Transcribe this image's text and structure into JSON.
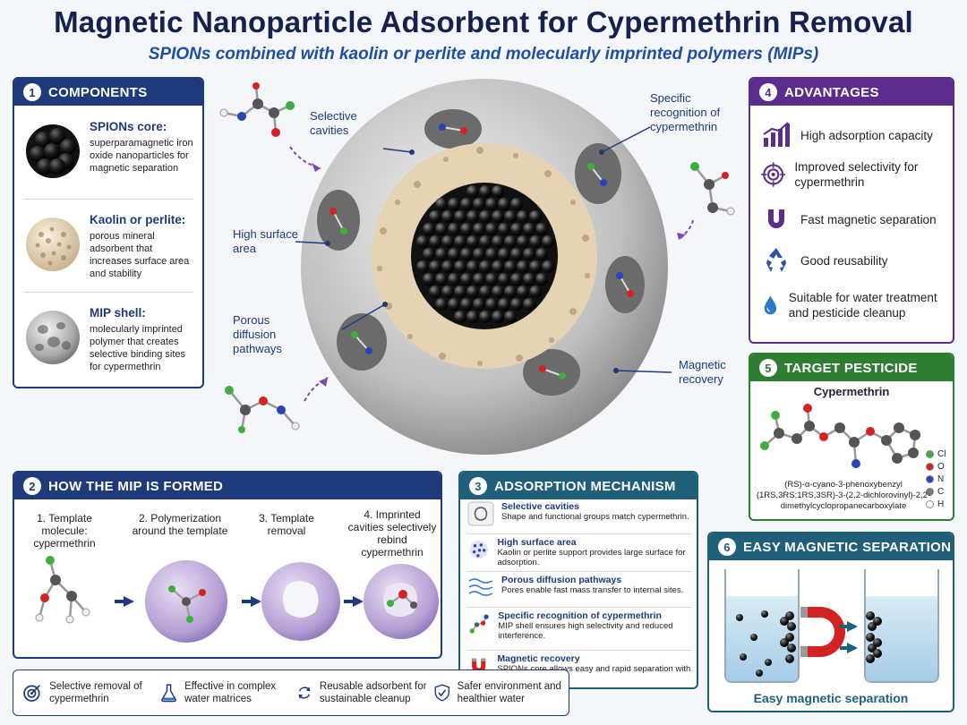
{
  "header": {
    "title": "Magnetic Nanoparticle Adsorbent for Cypermethrin Removal",
    "subtitle": "SPIONs combined with kaolin or perlite and molecularly imprinted polymers (MIPs)"
  },
  "components": {
    "number": "1",
    "title": "COMPONENTS",
    "items": [
      {
        "name": "SPIONs core:",
        "desc": "superparamagnetic iron oxide nanoparticles for magnetic separation"
      },
      {
        "name": "Kaolin or perlite:",
        "desc": "porous mineral adsorbent that increases surface area and stability"
      },
      {
        "name": "MIP shell:",
        "desc": "molecularly imprinted polymer that creates selective binding sites for cypermethrin"
      }
    ]
  },
  "center_callouts": {
    "selective_cavities": "Selective cavities",
    "specific_recognition": "Specific recognition of cypermethrin",
    "high_surface_area": "High surface area",
    "porous_pathways": "Porous diffusion pathways",
    "magnetic_recovery": "Magnetic recovery"
  },
  "advantages": {
    "number": "4",
    "title": "ADVANTAGES",
    "items": [
      {
        "icon": "bar-chart-icon",
        "text": "High adsorption capacity"
      },
      {
        "icon": "target-icon",
        "text": "Improved selectivity for cypermethrin"
      },
      {
        "icon": "magnet-icon",
        "text": "Fast magnetic separation"
      },
      {
        "icon": "recycle-icon",
        "text": "Good reusability"
      },
      {
        "icon": "water-drop-icon",
        "text": "Suitable for water treatment and pesticide cleanup"
      }
    ]
  },
  "target": {
    "number": "5",
    "title": "TARGET PESTICIDE",
    "name": "Cypermethrin",
    "iupac": "(RS)-α-cyano-3-phenoxybenzyl (1RS,3RS;1RS,3SR)-3-(2,2-dichlorovinyl)-2,2-dimethylcyclopropanecarboxylate",
    "legend": [
      {
        "label": "Cl",
        "color": "#3fae3f"
      },
      {
        "label": "O",
        "color": "#d32222"
      },
      {
        "label": "N",
        "color": "#2545b8"
      },
      {
        "label": "C",
        "color": "#777777"
      },
      {
        "label": "H",
        "color": "#ffffff"
      }
    ]
  },
  "mip_formation": {
    "number": "2",
    "title": "HOW THE MIP IS FORMED",
    "steps": [
      "1. Template molecule: cypermethrin",
      "2. Polymerization around the template",
      "3. Template removal",
      "4. Imprinted cavities selectively rebind cypermethrin"
    ]
  },
  "mechanism": {
    "number": "3",
    "title": "ADSORPTION MECHANISM",
    "items": [
      {
        "title": "Selective cavities",
        "desc": "Shape and functional groups match cypermethrin."
      },
      {
        "title": "High surface area",
        "desc": "Kaolin or perlite support provides large surface for adsorption."
      },
      {
        "title": "Porous diffusion pathways",
        "desc": "Pores enable fast mass transfer to internal sites."
      },
      {
        "title": "Specific recognition of cypermethrin",
        "desc": "MIP shell ensures high selectivity and reduced interference."
      },
      {
        "title": "Magnetic recovery",
        "desc": "SPIONs core allows easy and rapid separation with a magnet."
      }
    ]
  },
  "separation": {
    "number": "6",
    "title": "EASY MAGNETIC SEPARATION",
    "caption": "Easy magnetic separation"
  },
  "benefits": [
    {
      "icon": "bullseye-icon",
      "text": "Selective removal of cypermethrin"
    },
    {
      "icon": "flask-icon",
      "text": "Effective in complex water matrices"
    },
    {
      "icon": "reuse-arrows-icon",
      "text": "Reusable adsorbent for sustainable cleanup"
    },
    {
      "icon": "shield-check-icon",
      "text": "Safer environment and healthier water"
    }
  ],
  "colors": {
    "navy": "#1f3a7a",
    "purple": "#5a2d8c",
    "green": "#2f7d32",
    "teal": "#1f5f7a"
  }
}
